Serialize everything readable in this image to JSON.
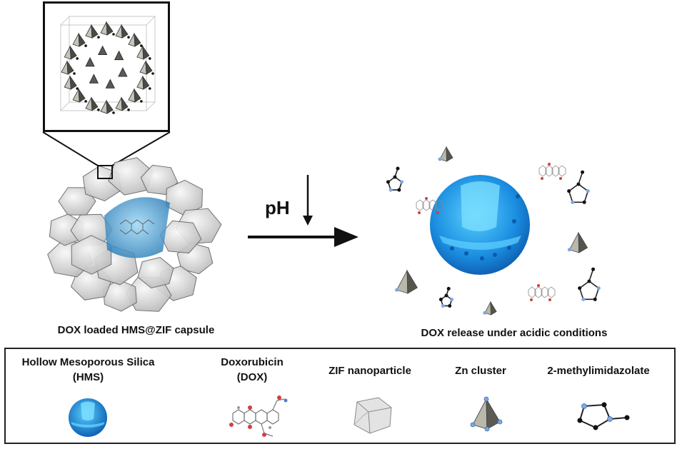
{
  "figure": {
    "left_caption": "DOX loaded HMS@ZIF capsule",
    "right_caption": "DOX release under acidic conditions",
    "stimulus_label": "pH"
  },
  "legend": {
    "items": [
      {
        "line1": "Hollow Mesoporous Silica",
        "line2": "(HMS)",
        "icon": "hollow-silica-sphere-icon"
      },
      {
        "line1": "Doxorubicin",
        "line2": "(DOX)",
        "icon": "doxorubicin-molecule-icon"
      },
      {
        "line1": "ZIF nanoparticle",
        "line2": "",
        "icon": "zif-polyhedron-icon"
      },
      {
        "line1": "Zn cluster",
        "line2": "",
        "icon": "zn-tetrahedron-icon"
      },
      {
        "line1": "2-methylimidazolate",
        "line2": "",
        "icon": "imidazolate-ring-icon"
      }
    ]
  },
  "colors": {
    "silica_blue": "#1e90e8",
    "silica_light": "#7fd0ff",
    "tetrahedron_grey": "#8a8a80",
    "zif_grey": "#d8d8d8",
    "atom_blue": "#7fa8e0",
    "atom_red": "#d04040"
  }
}
